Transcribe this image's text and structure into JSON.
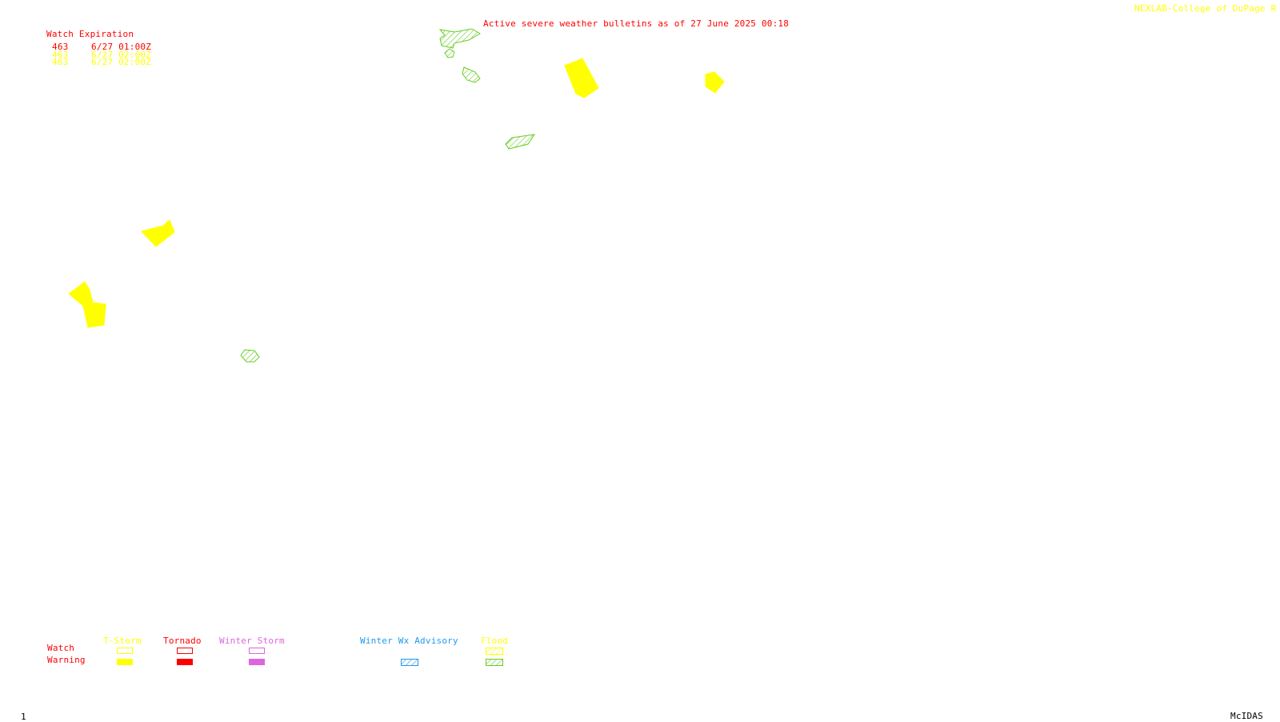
{
  "header": {
    "title": "Active severe weather bulletins as of 27 June 2025 00:18",
    "credit": "NEXLAB-College of DuPage R"
  },
  "watch_expiration": {
    "heading": "Watch Expiration",
    "rows": [
      {
        "id": "463",
        "time": "6/27 01:00Z",
        "color": "#ff0000"
      },
      {
        "id": "463",
        "time": "6/27 02:00Z",
        "color": "#ffff00"
      },
      {
        "id": "463",
        "time": "6/27 02:00Z",
        "color": "#ffff00"
      }
    ]
  },
  "legend": {
    "row_watch": "Watch",
    "row_warning": "Warning",
    "categories": [
      {
        "label": "T-Storm",
        "color": "#ffff00",
        "watch_style": "outline",
        "warning_style": "solid"
      },
      {
        "label": "Tornado",
        "color": "#ff0000",
        "watch_style": "outline",
        "warning_style": "solid"
      },
      {
        "label": "Winter Storm",
        "color": "#dd66dd",
        "watch_style": "outline",
        "warning_style": "solid"
      },
      {
        "label": "Winter Wx Advisory",
        "color": "#2299ee",
        "watch_style": "none",
        "warning_style": "hatched"
      },
      {
        "label": "Flood",
        "color": "#ffff00",
        "watch_style": "hatched",
        "warning_style": "hatched-green"
      }
    ]
  },
  "footer": {
    "frame_number": "1",
    "software": "McIDAS"
  },
  "colors": {
    "background": "#ffffff",
    "tstorm_warning": "#ffff00",
    "flood_warning": "#66cc22",
    "bulletin_text": "#ff0000"
  }
}
